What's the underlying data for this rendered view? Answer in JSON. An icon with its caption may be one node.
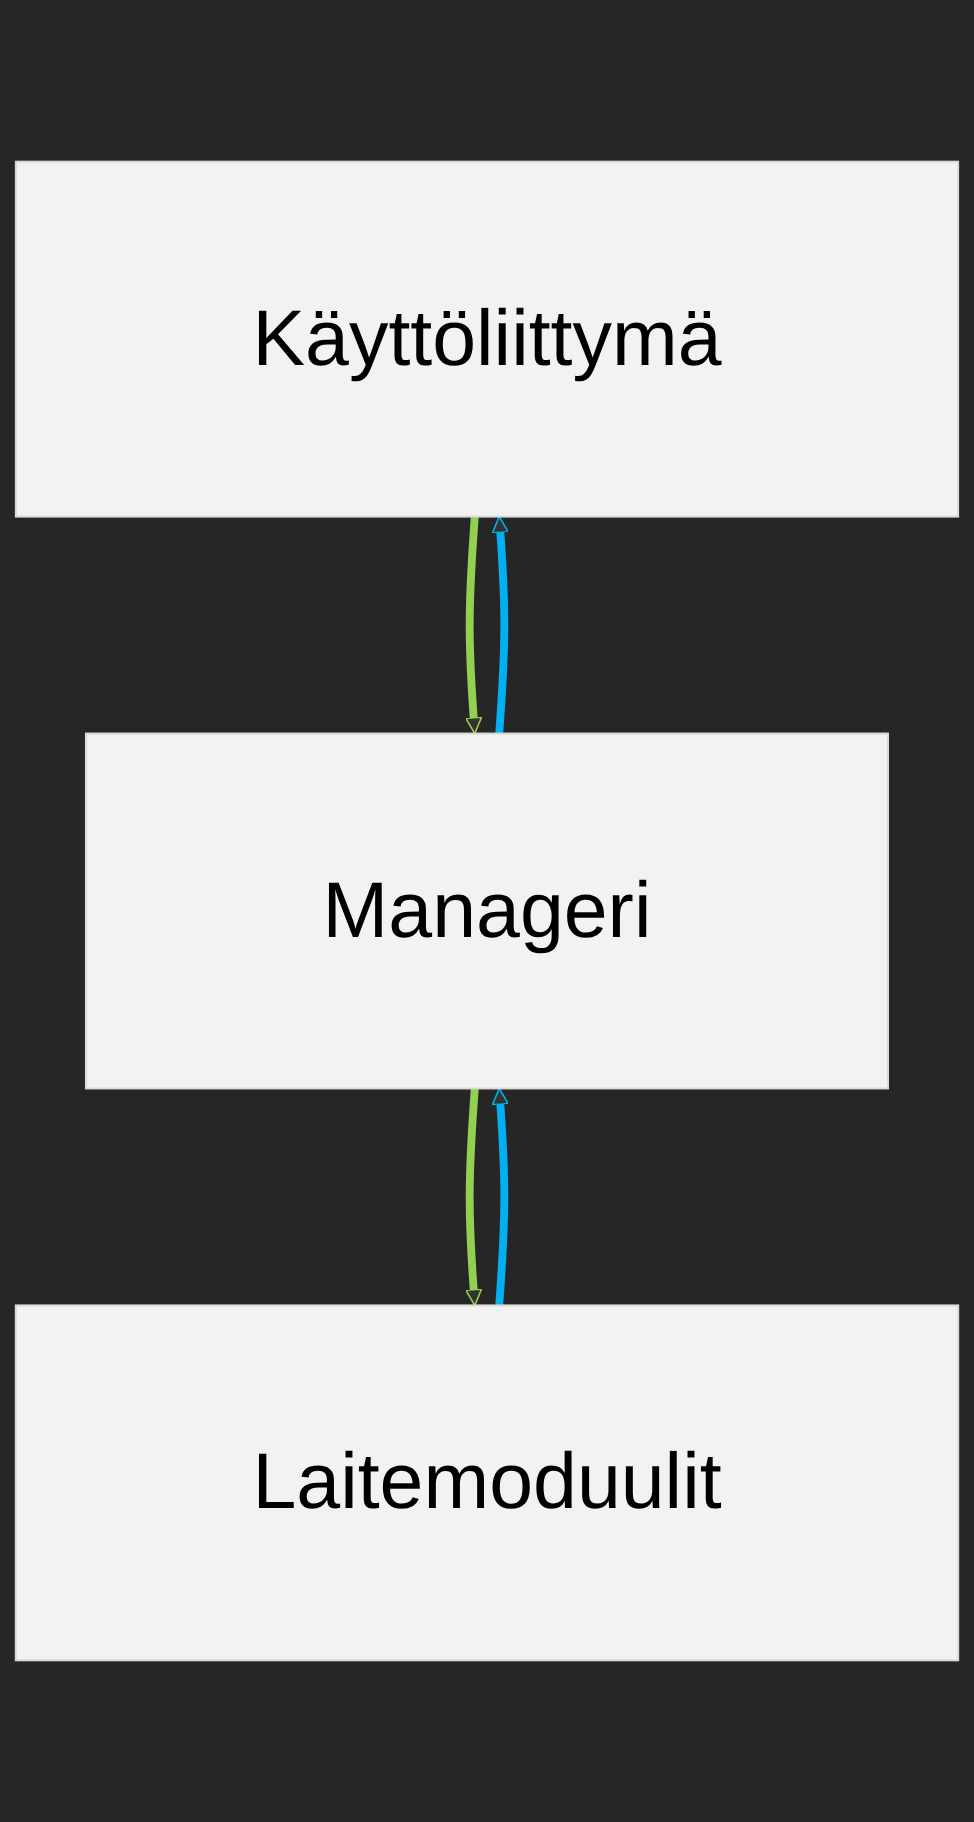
{
  "diagram": {
    "nodes": [
      {
        "text": [
          "Käyttöliittymä"
        ]
      },
      {
        "text": [
          "Manageri"
        ]
      },
      {
        "text": [
          "Laitemoduulit"
        ]
      }
    ],
    "edges": [
      {
        "from": 1,
        "to": 0,
        "arrow": "to",
        "color": "#00b0f0"
      },
      {
        "from": 0,
        "to": 1,
        "arrow": "to",
        "color": "#92d050"
      },
      {
        "from": 2,
        "to": 1,
        "arrow": "to",
        "color": "#00b0f0"
      },
      {
        "from": 1,
        "to": 2,
        "arrow": "to",
        "color": "#92d050"
      }
    ]
  }
}
